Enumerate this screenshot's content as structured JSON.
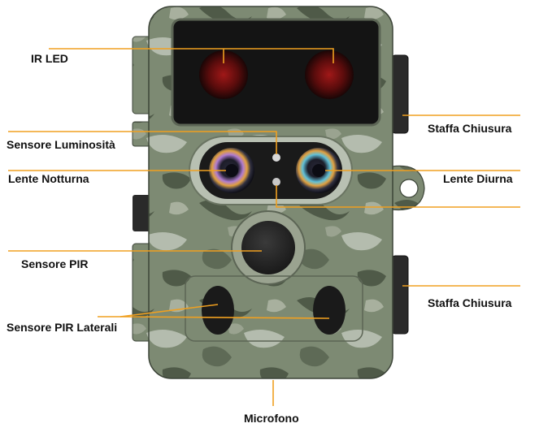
{
  "colors": {
    "leader": "#f0a020",
    "body": "#7d8a73",
    "camo_dark": "#4f5a48",
    "camo_light": "#b4bcae",
    "panel": "#141414",
    "ir_led": "#8a1010"
  },
  "labels": {
    "ir_led": "IR LED",
    "light_sensor": "Sensore Luminosità",
    "night_lens": "Lente Notturna",
    "pir_sensor": "Sensore PIR",
    "side_pir": "Sensore PIR Laterali",
    "latch_top": "Staffa Chiusura",
    "day_lens": "Lente Diurna",
    "latch_bottom": "Staffa Chiusura",
    "microphone": "Microfono"
  }
}
